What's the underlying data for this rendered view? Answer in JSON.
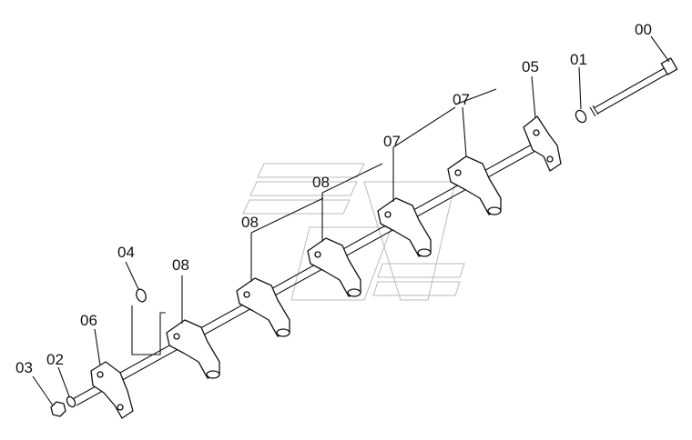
{
  "callouts": {
    "c00": "00",
    "c01": "01",
    "c02": "02",
    "c03": "03",
    "c04": "04",
    "c05": "05",
    "c06": "06",
    "c07a": "07",
    "c07b": "07",
    "c08a": "08",
    "c08b": "08",
    "c08c": "08"
  }
}
